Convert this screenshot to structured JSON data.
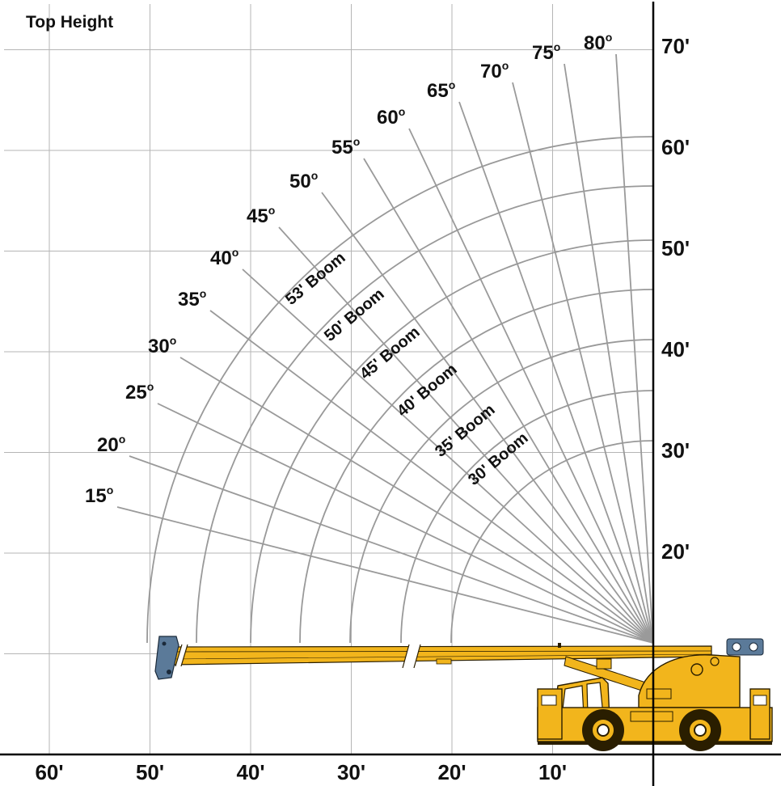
{
  "title": "Top Height",
  "x_axis": {
    "ticks": [
      "60'",
      "50'",
      "40'",
      "30'",
      "20'",
      "10'"
    ],
    "values": [
      60,
      50,
      40,
      30,
      20,
      10
    ]
  },
  "y_axis": {
    "ticks": [
      "70'",
      "60'",
      "50'",
      "40'",
      "30'",
      "20'"
    ],
    "values": [
      70,
      60,
      50,
      40,
      30,
      20
    ]
  },
  "angles": [
    {
      "value": 15,
      "label": "15",
      "sup": "o"
    },
    {
      "value": 20,
      "label": "20",
      "sup": "o"
    },
    {
      "value": 25,
      "label": "25",
      "sup": "o"
    },
    {
      "value": 30,
      "label": "30",
      "sup": "o"
    },
    {
      "value": 35,
      "label": "35",
      "sup": "o"
    },
    {
      "value": 40,
      "label": "40",
      "sup": "o"
    },
    {
      "value": 45,
      "label": "45",
      "sup": "o"
    },
    {
      "value": 50,
      "label": "50",
      "sup": "o"
    },
    {
      "value": 55,
      "label": "55",
      "sup": "o"
    },
    {
      "value": 60,
      "label": "60",
      "sup": "o"
    },
    {
      "value": 65,
      "label": "65",
      "sup": "o"
    },
    {
      "value": 70,
      "label": "70",
      "sup": "o"
    },
    {
      "value": 75,
      "label": "75",
      "sup": "o"
    },
    {
      "value": 80,
      "label": "80",
      "sup": "o"
    }
  ],
  "booms": [
    {
      "length": 53,
      "label": "53' Boom"
    },
    {
      "length": 50,
      "label": "50' Boom"
    },
    {
      "length": 45,
      "label": "45' Boom"
    },
    {
      "length": 40,
      "label": "40' Boom"
    },
    {
      "length": 35,
      "label": "35' Boom"
    },
    {
      "length": 30,
      "label": "30' Boom"
    }
  ],
  "colors": {
    "crane_body": "#f2b51c",
    "crane_outline": "#2a1e00",
    "boom_head": "#5b7a99",
    "grid": "#b5b5b5",
    "arcs": "#999999"
  }
}
